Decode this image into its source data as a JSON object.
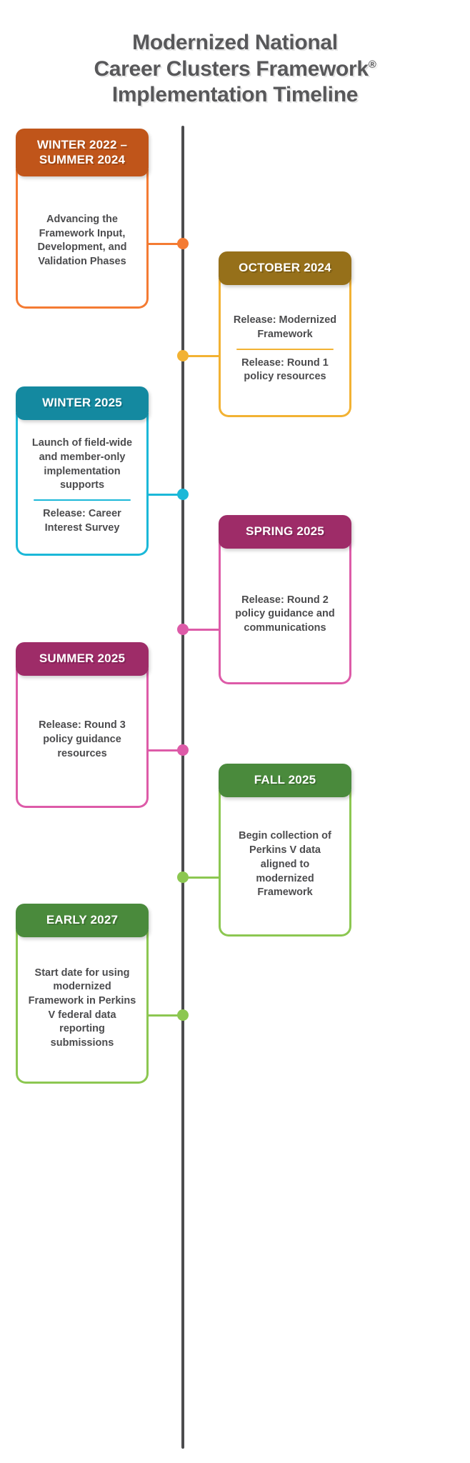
{
  "title": {
    "line1": "Modernized National",
    "line2": "Career Clusters Framework",
    "registered_mark": "®",
    "line3": "Implementation Timeline"
  },
  "colors": {
    "spine": "#4c4c4e",
    "body_text": "#4c4c4e",
    "background": "#ffffff"
  },
  "timeline": {
    "items": [
      {
        "id": "winter-2022-summer-2024",
        "label": "WINTER 2022 – SUMMER 2024",
        "label_line1": "WINTER 2022 –",
        "label_line2": "SUMMER 2024",
        "side": "left",
        "header_color": "#C0551A",
        "accent_color": "#F47B33",
        "blocks": [
          "Advancing the Framework Input, Development, and Validation Phases"
        ]
      },
      {
        "id": "october-2024",
        "label": "OCTOBER 2024",
        "side": "right",
        "header_color": "#96701A",
        "accent_color": "#F2B233",
        "blocks": [
          "Release: Modernized Framework",
          "Release: Round 1 policy resources"
        ]
      },
      {
        "id": "winter-2025",
        "label": "WINTER 2025",
        "side": "left",
        "header_color": "#1489A0",
        "accent_color": "#1BB8D8",
        "blocks": [
          "Launch of field-wide and member-only implementation supports",
          "Release: Career Interest Survey"
        ]
      },
      {
        "id": "spring-2025",
        "label": "SPRING 2025",
        "side": "right",
        "header_color": "#9E2C68",
        "accent_color": "#DD5BA8",
        "blocks": [
          "Release: Round 2 policy guidance and communications"
        ]
      },
      {
        "id": "summer-2025",
        "label": "SUMMER 2025",
        "side": "left",
        "header_color": "#9E2C68",
        "accent_color": "#DD5BA8",
        "blocks": [
          "Release: Round 3 policy guidance resources"
        ]
      },
      {
        "id": "fall-2025",
        "label": "FALL 2025",
        "side": "right",
        "header_color": "#4A8A3C",
        "accent_color": "#8CC751",
        "blocks": [
          "Begin collection of Perkins V data aligned to modernized Framework"
        ]
      },
      {
        "id": "early-2027",
        "label": "EARLY 2027",
        "side": "left",
        "header_color": "#4A8A3C",
        "accent_color": "#8CC751",
        "blocks": [
          "Start date for using modernized Framework in Perkins V federal data reporting submissions"
        ]
      }
    ]
  }
}
